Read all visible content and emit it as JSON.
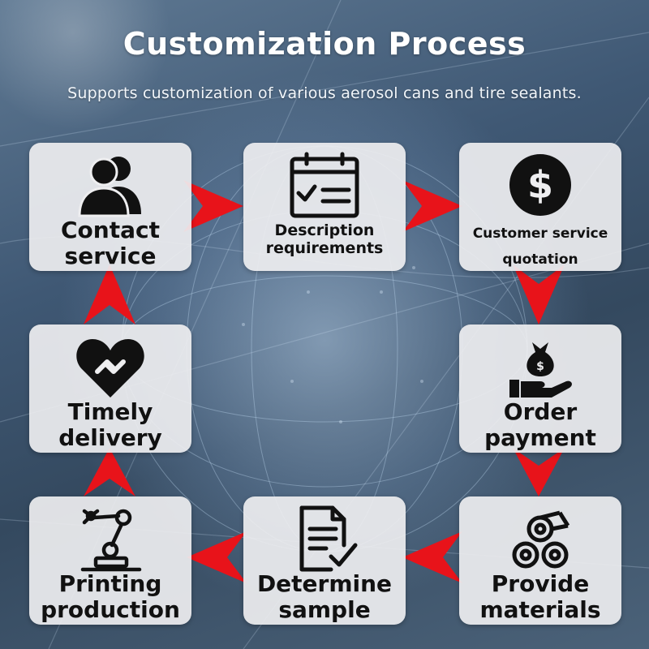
{
  "header": {
    "title": "Customization Process",
    "subtitle": "Supports customization of various aerosol cans and tire sealants."
  },
  "colors": {
    "accent": "#e8131a",
    "card": "#eeeef0",
    "text": "#111111"
  },
  "steps": [
    {
      "label_line1": "Contact",
      "label_line2": "service",
      "icon": "people-icon"
    },
    {
      "label_line1": "Description",
      "label_line2": "requirements",
      "icon": "calendar-checklist-icon"
    },
    {
      "label_line1": "Customer service",
      "label_line2": "quotation",
      "icon": "dollar-coin-icon"
    },
    {
      "label_line1": "Order",
      "label_line2": "payment",
      "icon": "hand-money-bag-icon"
    },
    {
      "label_line1": "Provide",
      "label_line2": "materials",
      "icon": "material-rolls-icon"
    },
    {
      "label_line1": "Determine",
      "label_line2": "sample",
      "icon": "document-check-icon"
    },
    {
      "label_line1": "Printing",
      "label_line2": "production",
      "icon": "robot-arm-icon"
    },
    {
      "label_line1": "Timely",
      "label_line2": "delivery",
      "icon": "heart-handshake-icon"
    }
  ]
}
